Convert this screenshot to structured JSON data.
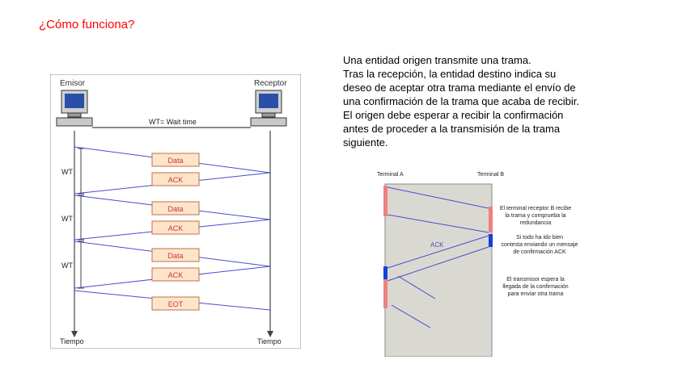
{
  "slide": {
    "title": "¿Cómo funciona?"
  },
  "description": {
    "lines": [
      "Una entidad origen transmite una trama.",
      "Tras la recepción, la entidad destino indica su",
      "deseo de aceptar otra trama mediante el envío de",
      "una confirmación de la trama que acaba de recibir.",
      "El origen debe esperar a recibir la confirmación",
      "antes de proceder a la transmisión de la trama",
      "siguiente."
    ]
  },
  "figure1": {
    "sender_label": "Emisor",
    "receiver_label": "Receptor",
    "wait_time_label": "WT= Wait time",
    "wt_label": "WT",
    "data_label": "Data",
    "ack_label": "ACK",
    "eot_label": "EOT",
    "time_label": "Tiempo"
  },
  "figure2": {
    "terminal_a": "Terminal A",
    "terminal_b": "Terminal B",
    "ack_label": "ACK",
    "note1": [
      "El terminal receptor B recibe",
      "la trama y comprueba la",
      "redundancia"
    ],
    "note2": [
      "Si todo ha ido bien",
      "contesta enviando un mensaje",
      "de confirmación ACK"
    ],
    "note3": [
      "El transmisor espera la",
      "llegada de la confirmación",
      "para enviar otra trama"
    ]
  },
  "colors": {
    "title": "#ff0000",
    "line_blue": "#4a4ad0",
    "box_fill": "#ffe4cc",
    "box_stroke": "#c07040",
    "box_text": "#c0392b",
    "pink_bar": "#f08080",
    "blue_bar": "#1a3fd6",
    "grey_panel": "#d9d9d2"
  }
}
